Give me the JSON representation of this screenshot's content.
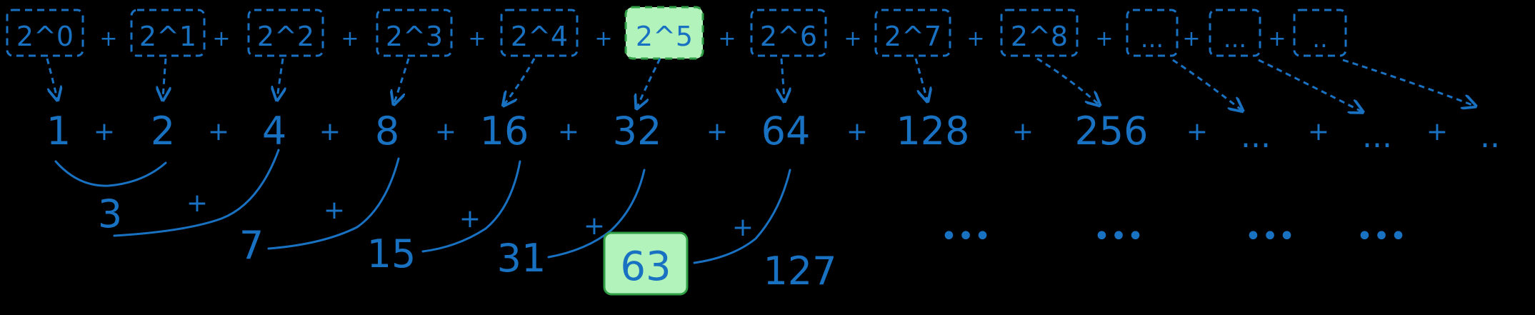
{
  "colors": {
    "background": "#000000",
    "ink": "#1971c2",
    "highlight_fill": "#b2f2bb",
    "highlight_stroke": "#2f9e44"
  },
  "powers": [
    "2^0",
    "2^1",
    "2^2",
    "2^3",
    "2^4",
    "2^5",
    "2^6",
    "2^7",
    "2^8",
    "...",
    "...",
    ".."
  ],
  "powers_plus": "+",
  "highlighted_power": "2^5",
  "values": [
    "1",
    "2",
    "4",
    "8",
    "16",
    "32",
    "64",
    "128",
    "256",
    "...",
    "...",
    ".."
  ],
  "values_plus": "+",
  "partial_sums": [
    "3",
    "7",
    "15",
    "31",
    "63",
    "127"
  ],
  "partial_plus": "+",
  "highlighted_sum": "63",
  "trailing_dots": [
    "•••",
    "•••",
    "•••",
    "•••"
  ]
}
